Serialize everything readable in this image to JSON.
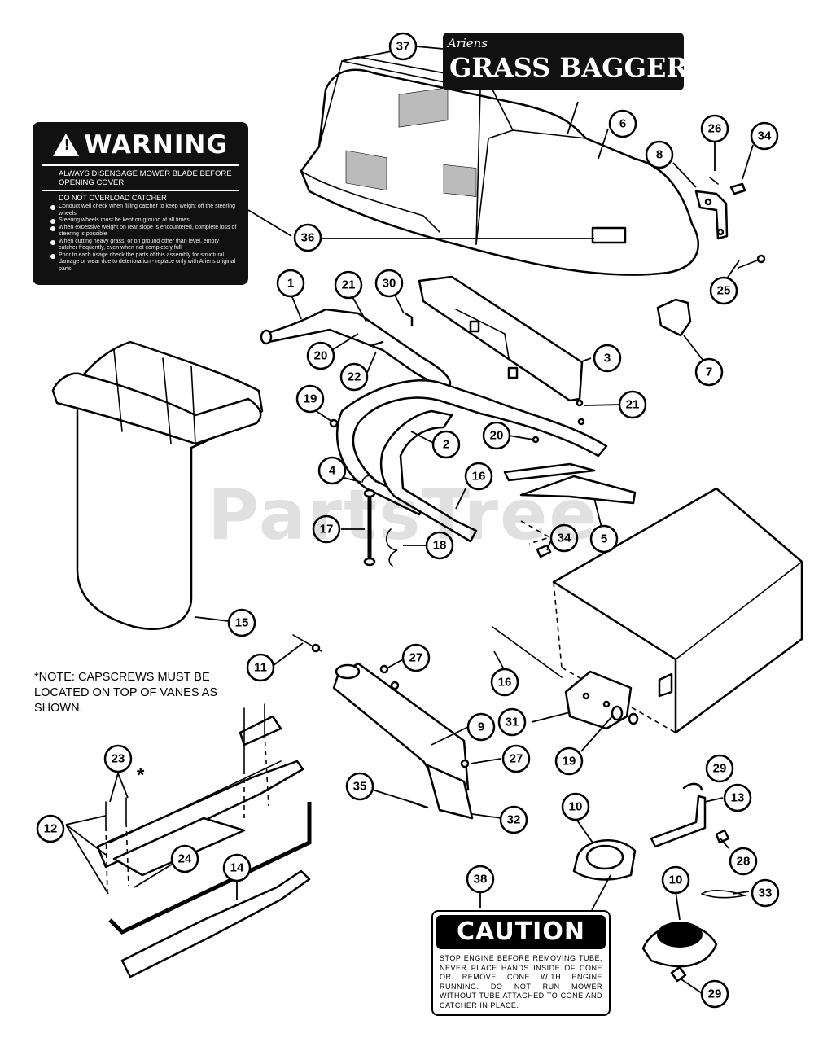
{
  "brand_label": {
    "script": "Ariens",
    "title": "GRASS BAGGER"
  },
  "warning_label": {
    "title": "WARNING",
    "line1": "ALWAYS DISENGAGE MOWER BLADE BEFORE OPENING COVER",
    "line2": "DO NOT OVERLOAD CATCHER",
    "bullets": [
      "Conduct well check when filling catcher to keep weight off the steering wheels",
      "Steering wheels must be kept on ground at all times",
      "When excessive weight on rear slope is encountered, complete loss of steering is possible",
      "When cutting heavy grass, or on ground other than level, empty catcher frequently, even when not completely full",
      "Prior to each usage check the parts of this assembly for structural damage or wear due to deterioration - replace only with Ariens original parts"
    ]
  },
  "caution_label": {
    "title": "CAUTION",
    "text": "STOP ENGINE BEFORE REMOVING TUBE. NEVER PLACE HANDS INSIDE OF CONE OR REMOVE CONE WITH ENGINE RUNNING. DO NOT RUN MOWER WITHOUT TUBE ATTACHED TO CONE AND CATCHER IN PLACE."
  },
  "note": "*NOTE: CAPSCREWS MUST BE LOCATED ON TOP OF VANES AS SHOWN.",
  "asterisk": "*",
  "watermark": "PartsTree",
  "callouts": [
    {
      "id": "c37",
      "label": "37"
    },
    {
      "id": "c6",
      "label": "6"
    },
    {
      "id": "c26",
      "label": "26"
    },
    {
      "id": "c34a",
      "label": "34"
    },
    {
      "id": "c8",
      "label": "8"
    },
    {
      "id": "c36",
      "label": "36"
    },
    {
      "id": "c25",
      "label": "25"
    },
    {
      "id": "c1",
      "label": "1"
    },
    {
      "id": "c21a",
      "label": "21"
    },
    {
      "id": "c30",
      "label": "30"
    },
    {
      "id": "c7",
      "label": "7"
    },
    {
      "id": "c3",
      "label": "3"
    },
    {
      "id": "c20a",
      "label": "20"
    },
    {
      "id": "c22",
      "label": "22"
    },
    {
      "id": "c21b",
      "label": "21"
    },
    {
      "id": "c19a",
      "label": "19"
    },
    {
      "id": "c2",
      "label": "2"
    },
    {
      "id": "c20b",
      "label": "20"
    },
    {
      "id": "c4",
      "label": "4"
    },
    {
      "id": "c16a",
      "label": "16"
    },
    {
      "id": "c17",
      "label": "17"
    },
    {
      "id": "c18",
      "label": "18"
    },
    {
      "id": "c34b",
      "label": "34"
    },
    {
      "id": "c5",
      "label": "5"
    },
    {
      "id": "c15",
      "label": "15"
    },
    {
      "id": "c11",
      "label": "11"
    },
    {
      "id": "c27a",
      "label": "27"
    },
    {
      "id": "c16b",
      "label": "16"
    },
    {
      "id": "c9",
      "label": "9"
    },
    {
      "id": "c31",
      "label": "31"
    },
    {
      "id": "c19b",
      "label": "19"
    },
    {
      "id": "c23",
      "label": "23"
    },
    {
      "id": "c27b",
      "label": "27"
    },
    {
      "id": "c29a",
      "label": "29"
    },
    {
      "id": "c13",
      "label": "13"
    },
    {
      "id": "c12",
      "label": "12"
    },
    {
      "id": "c35",
      "label": "35"
    },
    {
      "id": "c32",
      "label": "32"
    },
    {
      "id": "c10a",
      "label": "10"
    },
    {
      "id": "c24",
      "label": "24"
    },
    {
      "id": "c28",
      "label": "28"
    },
    {
      "id": "c14",
      "label": "14"
    },
    {
      "id": "c38",
      "label": "38"
    },
    {
      "id": "c10b",
      "label": "10"
    },
    {
      "id": "c33",
      "label": "33"
    },
    {
      "id": "c29b",
      "label": "29"
    }
  ]
}
